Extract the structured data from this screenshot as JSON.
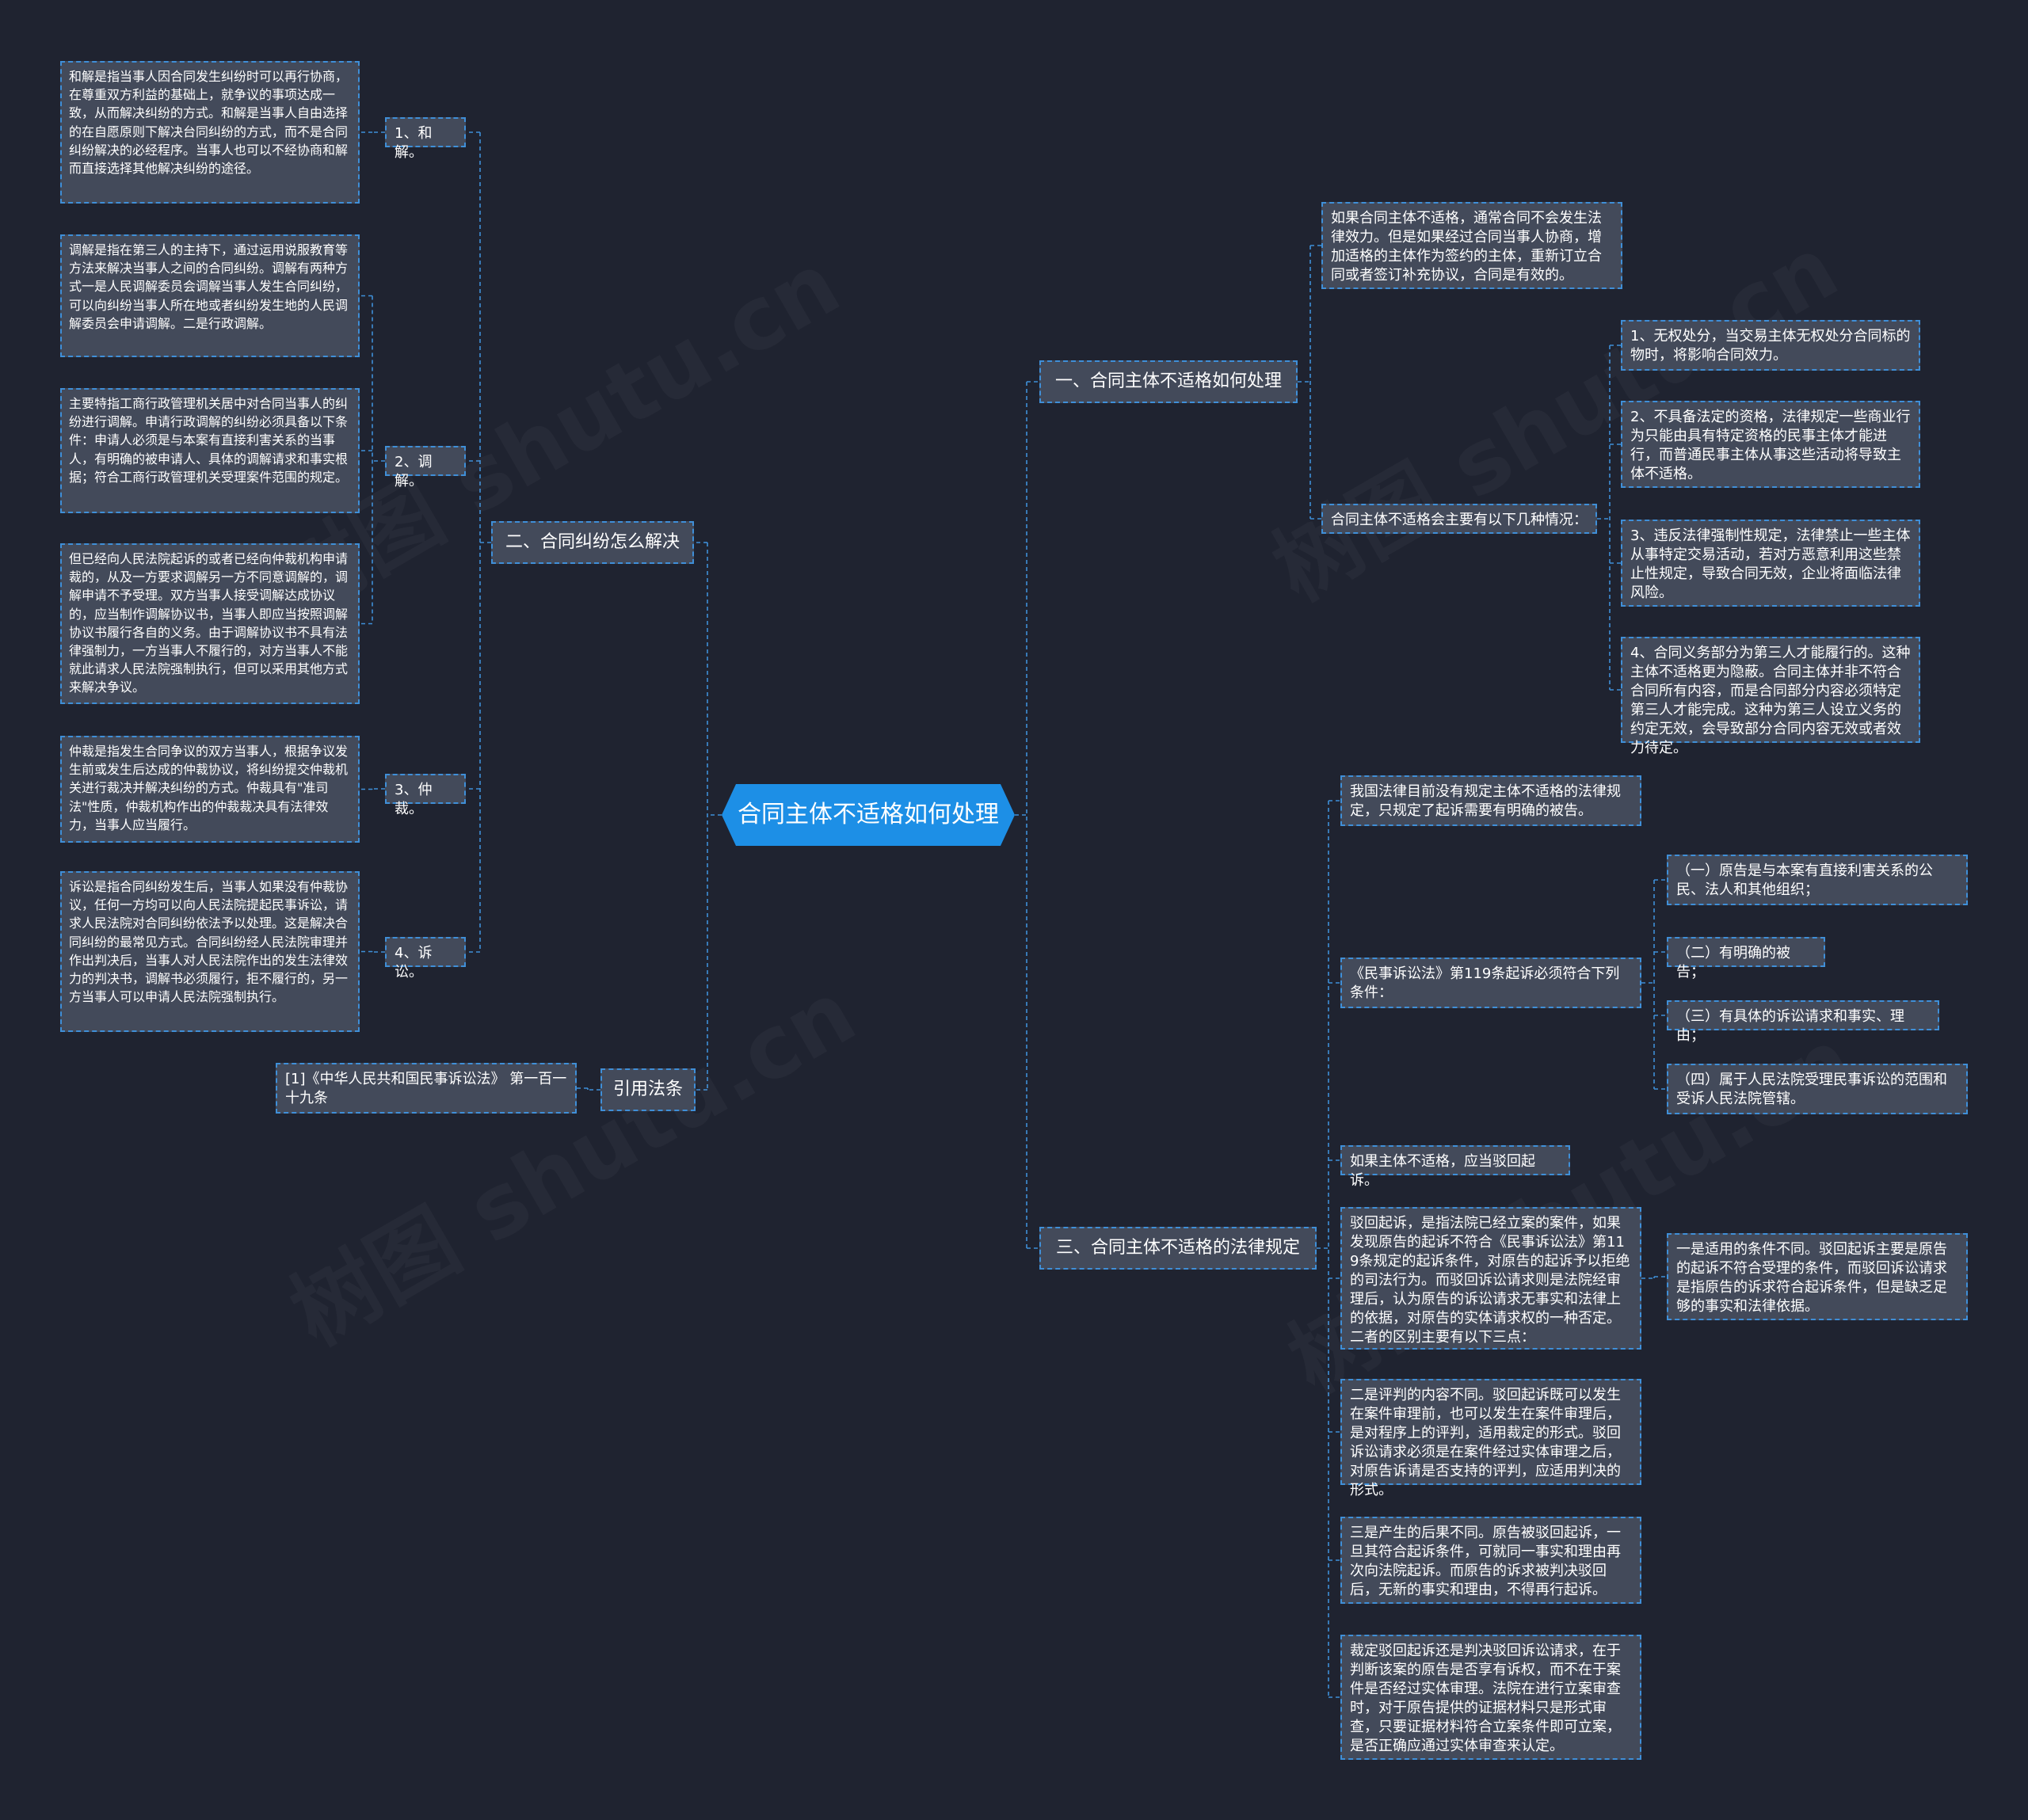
{
  "root": {
    "label": "合同主体不适格如何处理"
  },
  "branches": {
    "b1": {
      "label": "一、合同主体不适格如何处理"
    },
    "b2": {
      "label": "二、合同纠纷怎么解决"
    },
    "b3": {
      "label": "三、合同主体不适格的法律规定"
    },
    "b4": {
      "label": "引用法条"
    }
  },
  "b1_children": {
    "c1": {
      "text": "如果合同主体不适格，通常合同不会发生法律效力。但是如果经过合同当事人协商，增加适格的主体作为签约的主体，重新订立合同或者签订补充协议，合同是有效的。"
    },
    "c2": {
      "text": "合同主体不适格会主要有以下几种情况："
    },
    "c2_items": [
      "1、无权处分，当交易主体无权处分合同标的物时，将影响合同效力。",
      "2、不具备法定的资格，法律规定一些商业行为只能由具有特定资格的民事主体才能进行，而普通民事主体从事这些活动将导致主体不适格。",
      "3、违反法律强制性规定，法律禁止一些主体从事特定交易活动，若对方恶意利用这些禁止性规定，导致合同无效，企业将面临法律风险。",
      "4、合同义务部分为第三人才能履行的。这种主体不适格更为隐蔽。合同主体并非不符合合同所有内容，而是合同部分内容必须特定第三人才能完成。这种为第三人设立义务的约定无效，会导致部分合同内容无效或者效力待定。"
    ]
  },
  "b2_children": {
    "m1": {
      "label": "1、和解。"
    },
    "m2": {
      "label": "2、调解。"
    },
    "m3": {
      "label": "3、仲裁。"
    },
    "m4": {
      "label": "4、诉讼。"
    },
    "t1": "和解是指当事人因合同发生纠纷时可以再行协商，在尊重双方利益的基础上，就争议的事项达成一致，从而解决纠纷的方式。和解是当事人自由选择的在自愿原则下解决台同纠纷的方式，而不是合同纠纷解决的必经程序。当事人也可以不经协商和解而直接选择其他解决纠纷的途径。",
    "t2a": "调解是指在第三人的主持下，通过运用说服教育等方法来解决当事人之间的合同纠纷。调解有两种方式一是人民调解委员会调解当事人发生合同纠纷，可以向纠纷当事人所在地或者纠纷发生地的人民调解委员会申请调解。二是行政调解。",
    "t2b": "主要特指工商行政管理机关居中对合同当事人的纠纷进行调解。申请行政调解的纠纷必须具备以下条件：申请人必须是与本案有直接利害关系的当事人，有明确的被申请人、具体的调解请求和事实根据；符合工商行政管理机关受理案件范围的规定。",
    "t2c": "但已经向人民法院起诉的或者已经向仲裁机构申请裁的，从及一方要求调解另一方不同意调解的，调解申请不予受理。双方当事人接受调解达成协议的，应当制作调解协议书，当事人即应当按照调解协议书履行各自的义务。由于调解协议书不具有法律强制力，一方当事人不履行的，对方当事人不能就此请求人民法院强制执行，但可以采用其他方式来解决争议。",
    "t3": "仲裁是指发生合同争议的双方当事人，根据争议发生前或发生后达成的仲裁协议，将纠纷提交仲裁机关进行裁决并解决纠纷的方式。仲裁具有\"准司法\"性质，仲裁机构作出的仲裁裁决具有法律效力，当事人应当履行。",
    "t4": "诉讼是指合同纠纷发生后，当事人如果没有仲裁协议，任何一方均可以向人民法院提起民事诉讼，请求人民法院对合同纠纷依法予以处理。这是解决合同纠纷的最常见方式。合同纠纷经人民法院审理并作出判决后，当事人对人民法院作出的发生法律效力的判决书，调解书必须履行，拒不履行的，另一方当事人可以申请人民法院强制执行。"
  },
  "b3_children": {
    "n1": "我国法律目前没有规定主体不适格的法律规定，只规定了起诉需要有明确的被告。",
    "n2": "《民事诉讼法》第119条起诉必须符合下列条件：",
    "n2_items": [
      "（一）原告是与本案有直接利害关系的公民、法人和其他组织；",
      "（二）有明确的被告；",
      "（三）有具体的诉讼请求和事实、理由；",
      "（四）属于人民法院受理民事诉讼的范围和受诉人民法院管辖。"
    ],
    "n3": "如果主体不适格，应当驳回起诉。",
    "n4": "驳回起诉，是指法院已经立案的案件，如果发现原告的起诉不符合《民事诉讼法》第119条规定的起诉条件，对原告的起诉予以拒绝的司法行为。而驳回诉讼请求则是法院经审理后，认为原告的诉讼请求无事实和法律上的依据，对原告的实体请求权的一种否定。二者的区别主要有以下三点：",
    "n4_item": "一是适用的条件不同。驳回起诉主要是原告的起诉不符合受理的条件，而驳回诉讼请求是指原告的诉求符合起诉条件，但是缺乏足够的事实和法律依据。",
    "n5": "二是评判的内容不同。驳回起诉既可以发生在案件审理前，也可以发生在案件审理后，是对程序上的评判，适用裁定的形式。驳回诉讼请求必须是在案件经过实体审理之后，对原告诉请是否支持的评判，应适用判决的形式。",
    "n6": "三是产生的后果不同。原告被驳回起诉，一旦其符合起诉条件，可就同一事实和理由再次向法院起诉。而原告的诉求被判决驳回后，无新的事实和理由，不得再行起诉。",
    "n7": "裁定驳回起诉还是判决驳回诉讼请求，在于判断该案的原告是否享有诉权，而不在于案件是否经过实体审理。法院在进行立案审查时，对于原告提供的证据材料只是形式审查，只要证据材料符合立案条件即可立案，是否正确应通过实体审查来认定。"
  },
  "b4_children": {
    "r1": "[1]《中华人民共和国民事诉讼法》 第一百一十九条"
  },
  "watermark": "树图 shutu.cn",
  "colors": {
    "background": "#1f2330",
    "node": "#434a5a",
    "line": "#3f8fd8",
    "root": "#1d8fe6"
  }
}
